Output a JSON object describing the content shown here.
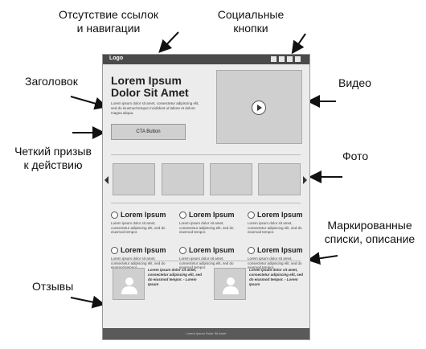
{
  "annotations": {
    "no_links": "Отсутствие ссылок\nи навигации",
    "social": "Социальные\nкнопки",
    "heading": "Заголовок",
    "video": "Видео",
    "cta": "Четкий призыв\nк действию",
    "photo": "Фото",
    "bullets": "Маркированные\nсписки, описание",
    "testimonials": "Отзывы"
  },
  "mockup": {
    "logo": "Logo",
    "hero_title": "Lorem Ipsum Dolor Sit Amet",
    "hero_text": "Lorem ipsum dolor sit amet, consectetur adipiscing elit, sed do eiusmod tempor incididunt ut labore et dolore magna aliqua.",
    "cta_label": "CTA Button",
    "features": [
      {
        "title": "Lorem Ipsum",
        "text": "Lorem ipsum dolor sit amet, consectetur adipiscing elit, sed do eiusmod tempor."
      },
      {
        "title": "Lorem Ipsum",
        "text": "Lorem ipsum dolor sit amet, consectetur adipiscing elit, sed do eiusmod tempor."
      },
      {
        "title": "Lorem Ipsum",
        "text": "Lorem ipsum dolor sit amet, consectetur adipiscing elit, sed do eiusmod tempor."
      },
      {
        "title": "Lorem Ipsum",
        "text": "Lorem ipsum dolor sit amet, consectetur adipiscing elit, sed do eiusmod tempor."
      },
      {
        "title": "Lorem Ipsum",
        "text": "Lorem ipsum dolor sit amet, consectetur adipiscing elit, sed do eiusmod tempor."
      },
      {
        "title": "Lorem Ipsum",
        "text": "Lorem ipsum dolor sit amet, consectetur adipiscing elit, sed do eiusmod tempor."
      }
    ],
    "testimonials": [
      {
        "quote": "Lorem ipsum dolor sit amet, consectetur adipiscing elit, sed do eiusmod tempor. - Lorem Ipsum"
      },
      {
        "quote": "Lorem ipsum dolor sit amet, consectetur adipiscing elit, sed do eiusmod tempor. - Lorem Ipsum"
      }
    ],
    "footer": "Lorem Ipsum Dolor Sit Amet"
  }
}
